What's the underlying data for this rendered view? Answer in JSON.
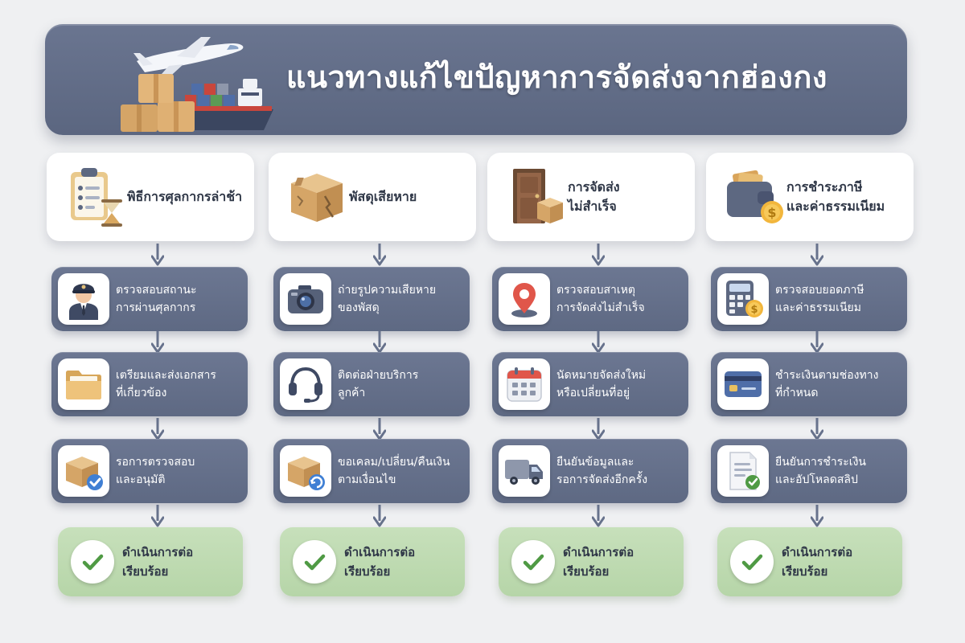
{
  "header": {
    "title": "แนวทางแก้ไขปัญหาการจัดส่งจากฮ่องกง",
    "illustration": "airplane-ship-boxes-icon"
  },
  "colors": {
    "header_bg": "#5f6a84",
    "step_bg": "#646f8a",
    "problem_bg": "#ffffff",
    "done_bg": "#bddaaf",
    "check": "#4f9a44",
    "arrow": "#67728c"
  },
  "columns": [
    {
      "problem": {
        "label": "พิธีการศุลกากรล่าช้า",
        "icon": "clipboard-hourglass-icon"
      },
      "steps": [
        {
          "label": "ตรวจสอบสถานะ\nการผ่านศุลกากร",
          "icon": "customs-officer-icon"
        },
        {
          "label": "เตรียมและส่งเอกสาร\nที่เกี่ยวข้อง",
          "icon": "folder-icon"
        },
        {
          "label": "รอการตรวจสอบ\nและอนุมัติ",
          "icon": "box-check-icon"
        }
      ],
      "done": {
        "label": "ดำเนินการต่อ\nเรียบร้อย",
        "icon": "checkmark-icon"
      }
    },
    {
      "problem": {
        "label": "พัสดุเสียหาย",
        "icon": "damaged-box-icon"
      },
      "steps": [
        {
          "label": "ถ่ายรูปความเสียหาย\nของพัสดุ",
          "icon": "camera-icon"
        },
        {
          "label": "ติดต่อฝ่ายบริการ\nลูกค้า",
          "icon": "headset-icon"
        },
        {
          "label": "ขอเคลม/เปลี่ยน/คืนเงิน\nตามเงื่อนไข",
          "icon": "box-refresh-icon"
        }
      ],
      "done": {
        "label": "ดำเนินการต่อ\nเรียบร้อย",
        "icon": "checkmark-icon"
      }
    },
    {
      "problem": {
        "label": "การจัดส่ง\nไม่สำเร็จ",
        "icon": "door-box-icon"
      },
      "steps": [
        {
          "label": "ตรวจสอบสาเหตุ\nการจัดส่งไม่สำเร็จ",
          "icon": "location-pin-icon"
        },
        {
          "label": "นัดหมายจัดส่งใหม่\nหรือเปลี่ยนที่อยู่",
          "icon": "calendar-icon"
        },
        {
          "label": "ยืนยันข้อมูลและ\nรอการจัดส่งอีกครั้ง",
          "icon": "delivery-truck-icon"
        }
      ],
      "done": {
        "label": "ดำเนินการต่อ\nเรียบร้อย",
        "icon": "checkmark-icon"
      }
    },
    {
      "problem": {
        "label": "การชำระภาษี\nและค่าธรรมเนียม",
        "icon": "wallet-coin-icon"
      },
      "steps": [
        {
          "label": "ตรวจสอบยอดภาษี\nและค่าธรรมเนียม",
          "icon": "calculator-icon"
        },
        {
          "label": "ชำระเงินตามช่องทาง\nที่กำหนด",
          "icon": "credit-card-icon"
        },
        {
          "label": "ยืนยันการชำระเงิน\nและอัปโหลดสลิป",
          "icon": "receipt-check-icon"
        }
      ],
      "done": {
        "label": "ดำเนินการต่อ\nเรียบร้อย",
        "icon": "checkmark-icon"
      }
    }
  ]
}
